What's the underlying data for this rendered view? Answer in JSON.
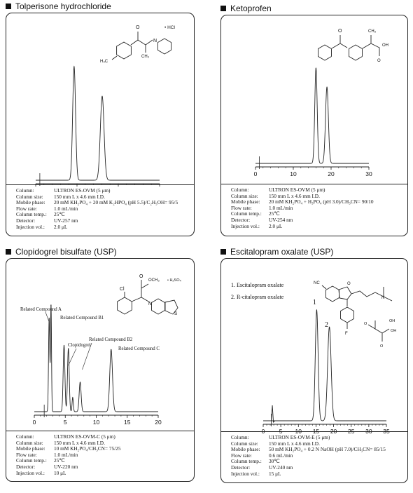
{
  "chart_data": [
    {
      "type": "line",
      "title": "Tolperisone hydrochloride",
      "xlim": [
        0,
        30
      ],
      "xticks": [
        0,
        10,
        20,
        30
      ],
      "salt": "• HCl",
      "molecule_labels": [
        "O",
        "CH₃",
        "N",
        "H₃C"
      ],
      "peaks": [
        {
          "t": 9.3,
          "h": 0.92,
          "w": 0.35
        },
        {
          "t": 16.1,
          "h": 0.68,
          "w": 0.45
        }
      ],
      "peak_labels": [],
      "conditions": [
        {
          "k": "Column:",
          "v": "ULTRON ES-OVM (5 μm)"
        },
        {
          "k": "Column size:",
          "v": "150 mm L x 4.6 mm I.D."
        },
        {
          "k": "Mobile phase:",
          "v": "20 mM KH₂PO₄ + 20 mM K₂HPO₄ (pH 5.5)/C₂H₅OH= 95/5"
        },
        {
          "k": "Flow rate:",
          "v": "1.0 mL/min"
        },
        {
          "k": "Column temp.:",
          "v": "25℃"
        },
        {
          "k": "Detector:",
          "v": "UV-257 nm"
        },
        {
          "k": "Injection vol.:",
          "v": "2.0 μL"
        }
      ]
    },
    {
      "type": "line",
      "title": "Ketoprofen",
      "xlim": [
        0,
        30
      ],
      "xticks": [
        0,
        10,
        20,
        30
      ],
      "salt": "",
      "molecule_labels": [
        "O",
        "CH₃",
        "OH",
        "O"
      ],
      "peaks": [
        {
          "t": 16.0,
          "h": 0.95,
          "w": 0.32
        },
        {
          "t": 18.9,
          "h": 0.76,
          "w": 0.38
        }
      ],
      "peak_labels": [],
      "conditions": [
        {
          "k": "Column:",
          "v": "ULTRON ES-OVM (5 μm)"
        },
        {
          "k": "Column size:",
          "v": "150 mm L x 4.6 mm I.D."
        },
        {
          "k": "Mobile phase:",
          "v": "20 mM KH₂PO₄ + H₃PO₄ (pH 3.0)/CH₃CN= 90/10"
        },
        {
          "k": "Flow rate:",
          "v": "1.0 mL/min"
        },
        {
          "k": "Column temp.:",
          "v": "25℃"
        },
        {
          "k": "Detector:",
          "v": "UV-254 nm"
        },
        {
          "k": "Injection vol.:",
          "v": "2.0 μL"
        }
      ]
    },
    {
      "type": "line",
      "title": "Clopidogrel bisulfate (USP)",
      "xlim": [
        0,
        20
      ],
      "xticks": [
        0,
        5,
        10,
        15,
        20
      ],
      "salt": "• H₂SO₄",
      "molecule_labels": [
        "Cl",
        "O",
        "OCH₃",
        "N",
        "S"
      ],
      "peaks": [
        {
          "t": 2.4,
          "h": 0.86,
          "w": 0.1
        },
        {
          "t": 2.7,
          "h": 0.98,
          "w": 0.08
        },
        {
          "t": 4.8,
          "h": 0.61,
          "w": 0.14
        },
        {
          "t": 5.5,
          "h": 0.58,
          "w": 0.14
        },
        {
          "t": 6.2,
          "h": 0.13,
          "w": 0.1
        },
        {
          "t": 7.4,
          "h": 0.27,
          "w": 0.16
        },
        {
          "t": 12.4,
          "h": 0.57,
          "w": 0.22
        }
      ],
      "peak_labels": [
        {
          "text": "Related Compound A",
          "t": 2.4
        },
        {
          "text": "Related Compound B1",
          "t": 4.8
        },
        {
          "text": "Clopidogrel",
          "t": 5.5
        },
        {
          "text": "Related Compound B2",
          "t": 7.4
        },
        {
          "text": "Related Compound C",
          "t": 12.4
        }
      ],
      "conditions": [
        {
          "k": "Column:",
          "v": "ULTRON ES-OVM-C (5 μm)"
        },
        {
          "k": "Column size:",
          "v": "150 mm L x 4.6 mm I.D."
        },
        {
          "k": "Mobile phase:",
          "v": "10 mM KH₂PO₄/CH₃CN= 75/25"
        },
        {
          "k": "Flow rate:",
          "v": "1.0 mL/min"
        },
        {
          "k": "Column temp.:",
          "v": "25℃"
        },
        {
          "k": "Detector:",
          "v": "UV-220 nm"
        },
        {
          "k": "Injection vol.:",
          "v": "10 μL"
        }
      ]
    },
    {
      "type": "line",
      "title": "Escitalopram oxalate (USP)",
      "xlim": [
        0,
        35
      ],
      "xticks": [
        0,
        5,
        10,
        15,
        20,
        25,
        30,
        35
      ],
      "salt": "",
      "molecule_labels": [
        "NC",
        "O",
        "N",
        "F",
        "OH",
        "O",
        "O",
        "OH"
      ],
      "legend": [
        "1. Escitalopram oxalate",
        "2. R-citalopram oxalate"
      ],
      "peaks": [
        {
          "t": 15.2,
          "h": 0.98,
          "w": 0.4
        },
        {
          "t": 18.8,
          "h": 0.83,
          "w": 0.5
        }
      ],
      "peak_labels": [
        {
          "text": "1",
          "t": 15.2
        },
        {
          "text": "2",
          "t": 18.8
        }
      ],
      "conditions": [
        {
          "k": "Column:",
          "v": "ULTRON ES-OVM-E (5 μm)"
        },
        {
          "k": "Column size:",
          "v": "150 mm L x 4.6 mm I.D."
        },
        {
          "k": "Mobile phase:",
          "v": "50 mM KH₂PO₄ + 0.2 N NaOH (pH 7.0)/CH₃CN= 85/15"
        },
        {
          "k": "Flow rate:",
          "v": "0.6 mL/min"
        },
        {
          "k": "Column temp.:",
          "v": "30℃"
        },
        {
          "k": "Detector:",
          "v": "UV-240 nm"
        },
        {
          "k": "Injection vol.:",
          "v": "15 μL"
        }
      ]
    }
  ]
}
